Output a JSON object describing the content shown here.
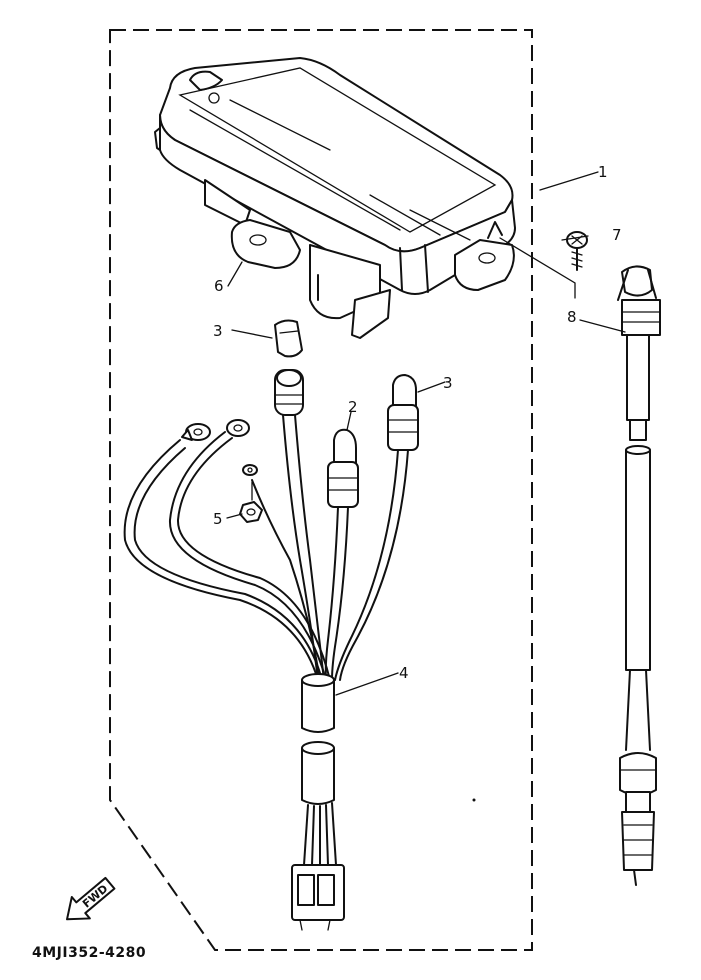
{
  "callouts": {
    "c1": "1",
    "c2": "2",
    "c3a": "3",
    "c3b": "3",
    "c4": "4",
    "c5": "5",
    "c6": "6",
    "c7": "7",
    "c8": "8"
  },
  "fwd_label": "FWD",
  "diagram_code": "4MJI352-4280"
}
